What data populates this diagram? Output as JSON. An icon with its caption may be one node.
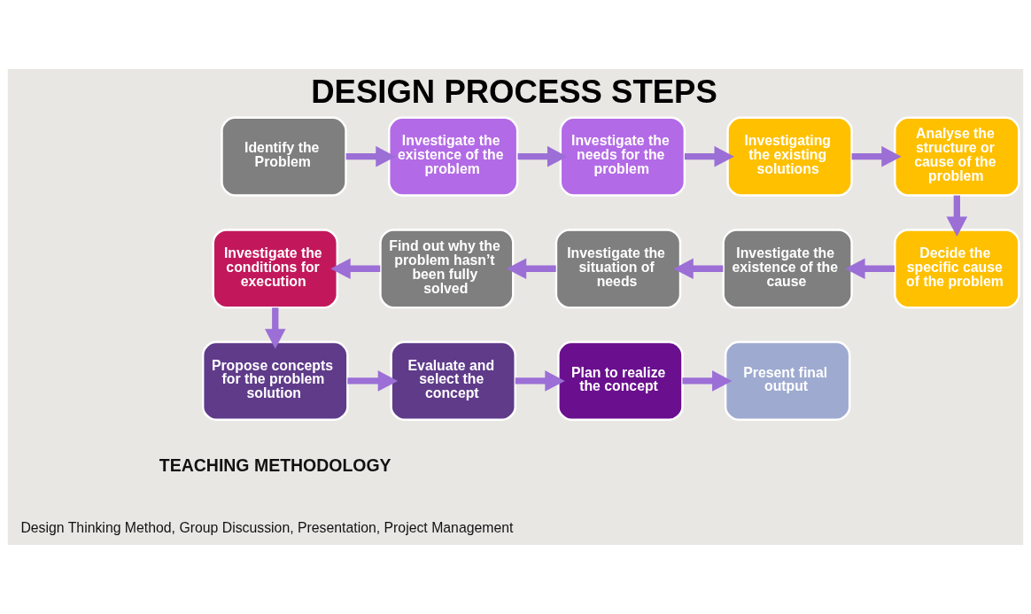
{
  "diagram": {
    "title": "DESIGN PROCESS STEPS",
    "nodes": [
      {
        "text": [
          "Identify the Problem"
        ]
      },
      {
        "text": [
          "Investigate the existence of the problem"
        ]
      },
      {
        "text": [
          "Investigate the needs for the problem"
        ]
      },
      {
        "text": [
          "Investigating the existing solutions"
        ]
      },
      {
        "text": [
          "Analyse the structure or cause of the problem"
        ]
      },
      {
        "text": [
          "Decide the specific cause of the problem"
        ]
      },
      {
        "text": [
          "Investigate the existence of the cause"
        ]
      },
      {
        "text": [
          "Investigate the situation of needs"
        ]
      },
      {
        "text": [
          "Find out why the problem hasn’t been fully solved"
        ]
      },
      {
        "text": [
          "Investigate the conditions for execution"
        ]
      },
      {
        "text": [
          "Propose concepts for the problem solution"
        ]
      },
      {
        "text": [
          "Evaluate and select the concept"
        ]
      },
      {
        "text": [
          "Plan to realize the concept"
        ]
      },
      {
        "text": [
          "Present final output"
        ]
      }
    ],
    "edges": [
      {
        "from": 0,
        "to": 1,
        "arrow": "to"
      },
      {
        "from": 1,
        "to": 2,
        "arrow": "to"
      },
      {
        "from": 2,
        "to": 3,
        "arrow": "to"
      },
      {
        "from": 3,
        "to": 4,
        "arrow": "to"
      },
      {
        "from": 4,
        "to": 5,
        "arrow": "to"
      },
      {
        "from": 5,
        "to": 6,
        "arrow": "to"
      },
      {
        "from": 6,
        "to": 7,
        "arrow": "to"
      },
      {
        "from": 7,
        "to": 8,
        "arrow": "to"
      },
      {
        "from": 8,
        "to": 9,
        "arrow": "to"
      },
      {
        "from": 9,
        "to": 10,
        "arrow": "to"
      },
      {
        "from": 10,
        "to": 11,
        "arrow": "to"
      },
      {
        "from": 11,
        "to": 12,
        "arrow": "to"
      },
      {
        "from": 12,
        "to": 13,
        "arrow": "to"
      }
    ],
    "labels": [
      "TEACHING METHODOLOGY",
      "Design Thinking Method, Group Discussion, Presentation, Project Management"
    ]
  }
}
